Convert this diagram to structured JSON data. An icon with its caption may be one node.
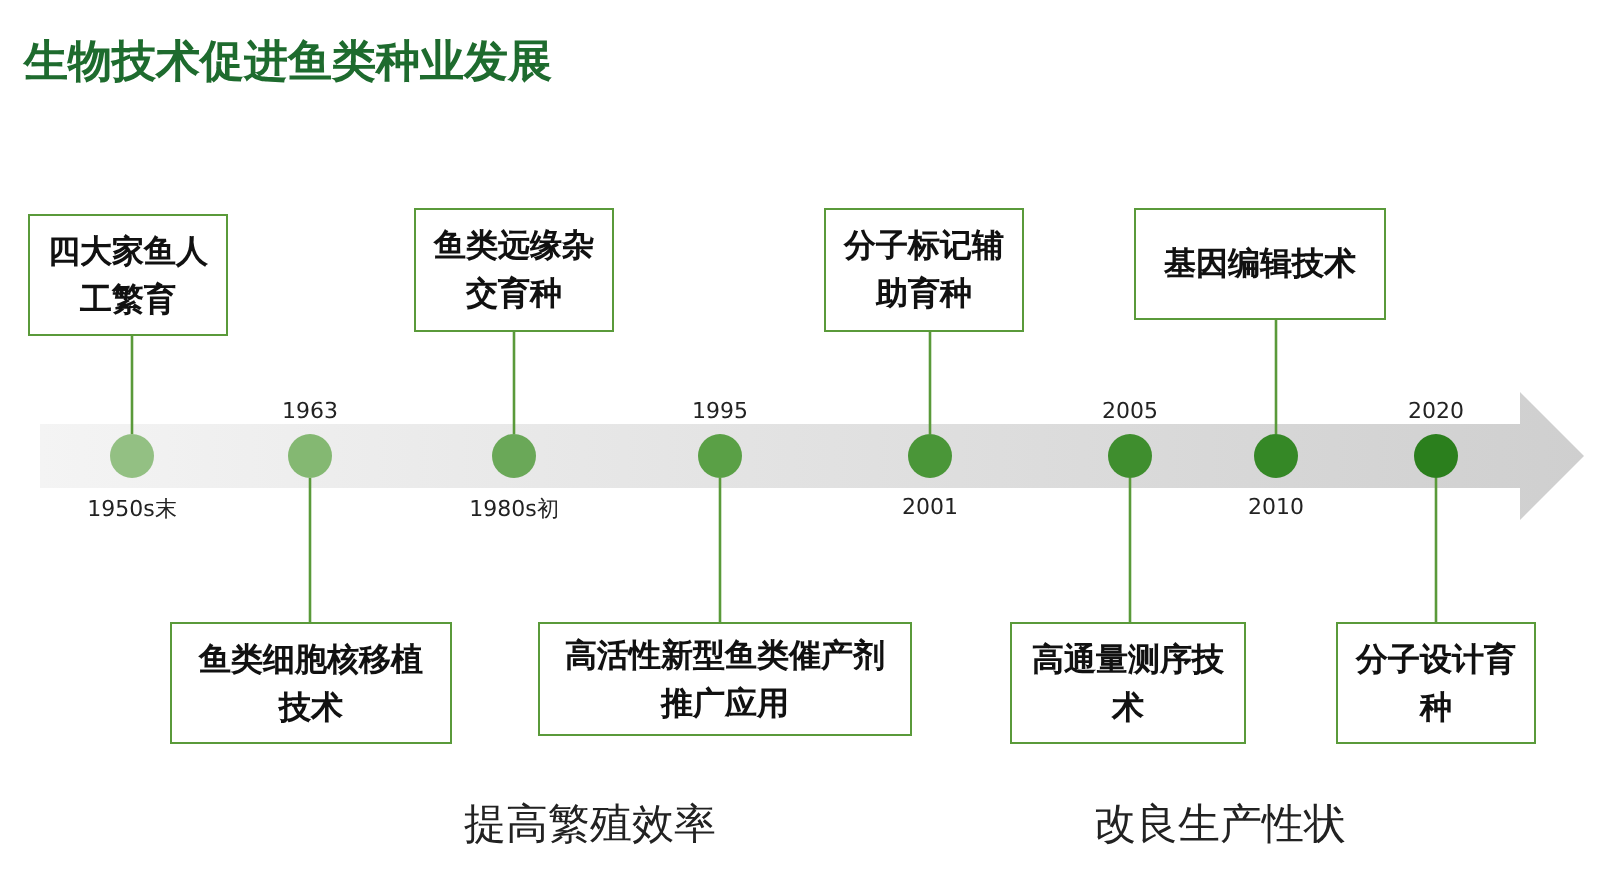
{
  "diagram": {
    "title": "生物技术促进鱼类种业发展",
    "nodes": [
      {
        "text": [
          "四大家鱼人工繁育"
        ]
      },
      {
        "text": [
          "鱼类远缘杂交育种"
        ]
      },
      {
        "text": [
          "分子标记辅助育种"
        ]
      },
      {
        "text": [
          "基因编辑技术"
        ]
      },
      {
        "text": [],
        "shape": "circle",
        "beside": [
          "1950s末"
        ]
      },
      {
        "text": [],
        "shape": "circle",
        "beside": [
          "1963"
        ]
      },
      {
        "text": [],
        "shape": "circle",
        "beside": [
          "1980s初"
        ]
      },
      {
        "text": [],
        "shape": "circle",
        "beside": [
          "1995"
        ]
      },
      {
        "text": [],
        "shape": "circle",
        "beside": [
          "2001"
        ]
      },
      {
        "text": [],
        "shape": "circle",
        "beside": [
          "2005"
        ]
      },
      {
        "text": [],
        "shape": "circle",
        "beside": [
          "2010"
        ]
      },
      {
        "text": [],
        "shape": "circle",
        "beside": [
          "2020"
        ]
      },
      {
        "text": [
          "鱼类细胞核移植技术"
        ]
      },
      {
        "text": [
          "高活性新型鱼类催产剂推广应用"
        ]
      },
      {
        "text": [
          "高通量测序技术"
        ]
      },
      {
        "text": [
          "分子设计育种"
        ]
      }
    ],
    "edges": [
      {
        "from": 0,
        "to": 4,
        "arrow": "none"
      },
      {
        "from": 1,
        "to": 6,
        "arrow": "none"
      },
      {
        "from": 2,
        "to": 8,
        "arrow": "none"
      },
      {
        "from": 3,
        "to": 10,
        "arrow": "none"
      },
      {
        "from": 12,
        "to": 5,
        "arrow": "none"
      },
      {
        "from": 13,
        "to": 7,
        "arrow": "none"
      },
      {
        "from": 14,
        "to": 9,
        "arrow": "none"
      },
      {
        "from": 15,
        "to": 11,
        "arrow": "none"
      }
    ],
    "labels": [
      "提高繁殖效率",
      "改良生产性状"
    ]
  }
}
